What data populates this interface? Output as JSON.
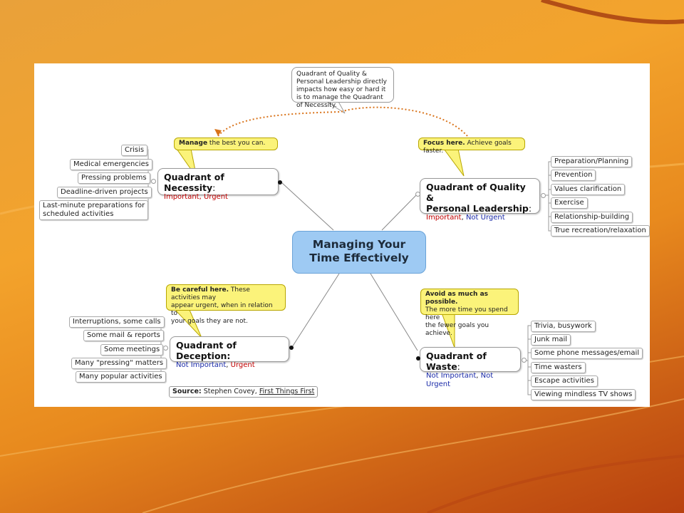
{
  "center": {
    "line1": "Managing Your",
    "line2": "Time Effectively"
  },
  "note": {
    "text": "Quadrant of Quality & Personal Leadership directly impacts how easy or hard it is to manage the Quadrant of Necessity."
  },
  "necessity": {
    "title": "Quadrant of Necessity",
    "colon": ":",
    "sub1": "Important",
    "sep": ", ",
    "sub2": "Urgent",
    "callout_bold": "Manage",
    "callout_rest": " the best you can.",
    "items": [
      "Crisis",
      "Medical emergencies",
      "Pressing problems",
      "Deadline-driven projects",
      "Last-minute preparations for",
      "scheduled activities"
    ]
  },
  "quality": {
    "title1": "Quadrant of Quality &",
    "title2": "Personal Leadership",
    "colon": ":",
    "sub1": "Important",
    "sep": ", ",
    "sub2": "Not Urgent",
    "callout_bold": "Focus here.",
    "callout_rest": "  Achieve goals faster.",
    "items": [
      "Preparation/Planning",
      "Prevention",
      "Values clarification",
      "Exercise",
      "Relationship-building",
      "True recreation/relaxation"
    ]
  },
  "deception": {
    "title": "Quadrant of Deception:",
    "sub1": "Not Important",
    "sep": ", ",
    "sub2": "Urgent",
    "callout_bold": "Be careful here.",
    "callout_rest1": "  These activities may",
    "callout_line2": "appear urgent, when in relation to",
    "callout_line3": "your goals they are not.",
    "items": [
      "Interruptions, some calls",
      "Some mail & reports",
      "Some meetings",
      "Many \"pressing\" matters",
      "Many popular activities"
    ]
  },
  "waste": {
    "title": "Quadrant of Waste",
    "colon": ":",
    "sub1": "Not Important",
    "sep": ", ",
    "sub2": "Not Urgent",
    "callout_bold": "Avoid as much as possible.",
    "callout_line2": "The more time you spend here",
    "callout_line3": "the fewer goals you achieve.",
    "items": [
      "Trivia, busywork",
      "Junk mail",
      "Some phone messages/email",
      "Time wasters",
      "Escape activities",
      "Viewing mindless TV shows"
    ]
  },
  "source": {
    "label": "Source:",
    "author": " Stephen Covey, ",
    "book": "First Things First"
  },
  "colors": {
    "red": "#c00000",
    "blue": "#1a2aa8",
    "center": "#9ecaf3",
    "callout": "#fbf37a",
    "arrow": "#d9731a"
  }
}
